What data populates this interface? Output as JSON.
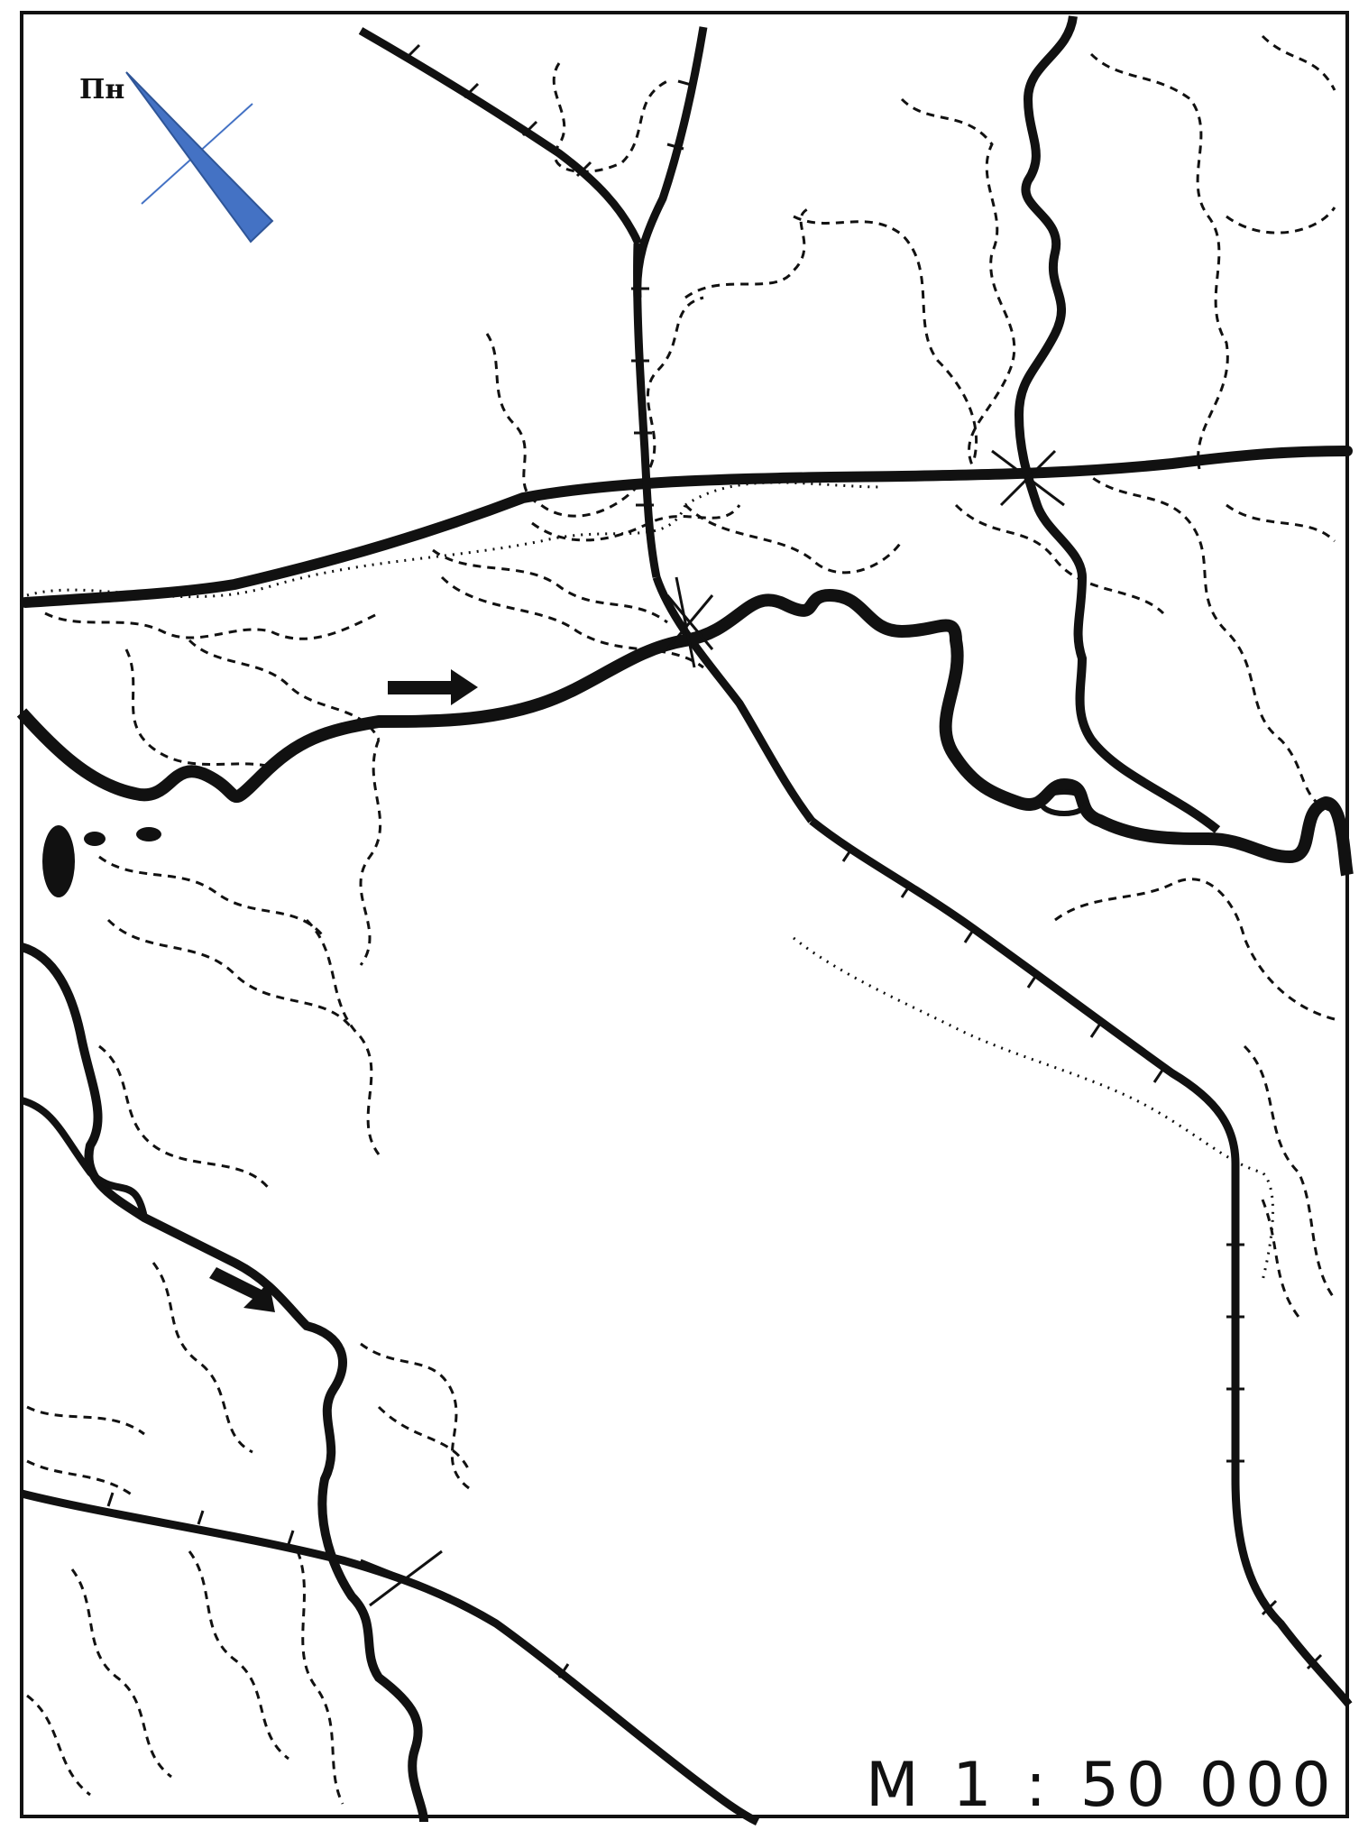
{
  "map": {
    "north_label": "Пн",
    "scale_label": "М 1 : 50 000",
    "colors": {
      "ink": "#111111",
      "north_arrow": "#4472c4",
      "background": "#ffffff"
    },
    "features": [
      "frame",
      "north-arrow",
      "highway-east-west",
      "railway-north",
      "railway-south-east",
      "railway-south-west",
      "river-main",
      "river-east-tributary",
      "river-west-tributary",
      "contour-lines",
      "bridges"
    ]
  }
}
